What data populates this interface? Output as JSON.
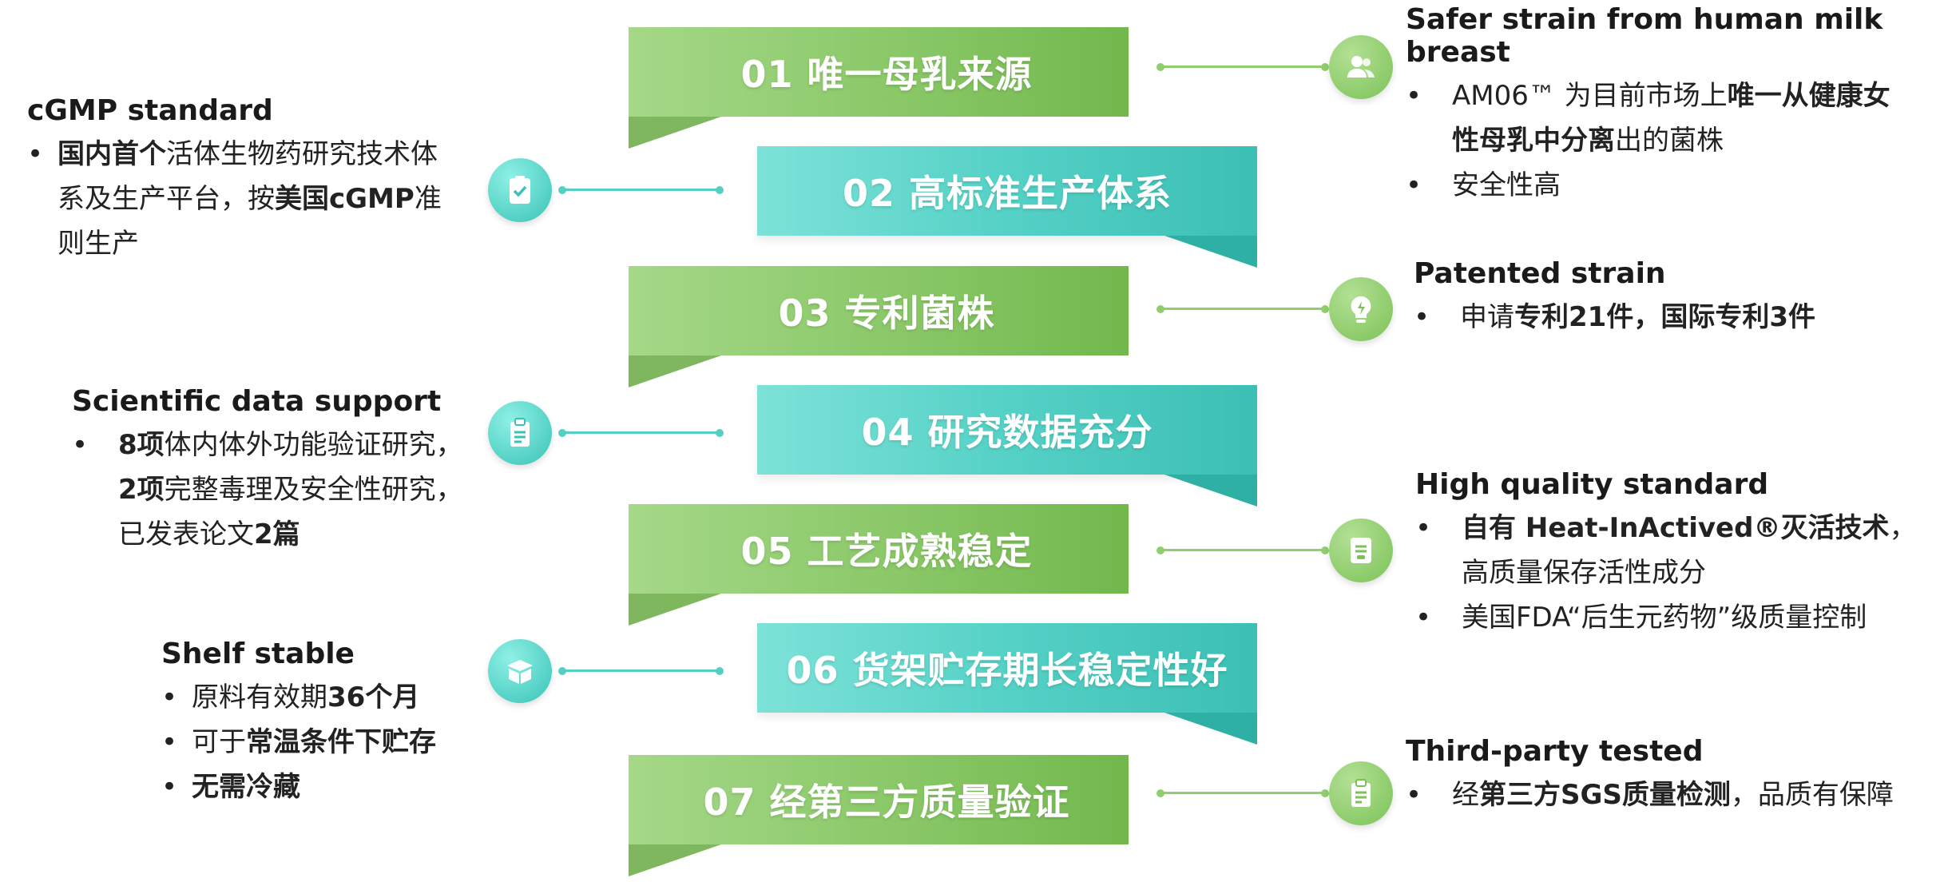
{
  "steps": [
    {
      "label": "01 唯一母乳来源"
    },
    {
      "label": "02 高标准生产体系"
    },
    {
      "label": "03 专利菌株"
    },
    {
      "label": "04 研究数据充分"
    },
    {
      "label": "05 工艺成熟稳定"
    },
    {
      "label": "06 货架贮存期长稳定性好"
    },
    {
      "label": "07 经第三方质量验证"
    }
  ],
  "right": {
    "safer": {
      "title": "Safer strain from human milk breast",
      "b1_pre": "AM06™ 为目前市场上",
      "b1_bold": "唯一从健康女",
      "b1_bold2": "性母乳中分离",
      "b1_post": "出的菌株",
      "b2": "安全性高"
    },
    "patent": {
      "title": "Patented strain",
      "b1_pre": "申请",
      "b1_bold": "专利21件，国际专利3件"
    },
    "quality": {
      "title": "High quality standard",
      "b1_bold": "自有 Heat-InActived®灭活技术",
      "b1_post": "，",
      "b1_line2": "高质量保存活性成分",
      "b2": "美国FDA“后生元药物”级质量控制"
    },
    "third": {
      "title": "Third-party tested",
      "b1_pre": "经",
      "b1_bold": "第三方SGS质量检测",
      "b1_post": "，品质有保障"
    }
  },
  "left": {
    "cgmp": {
      "title": "cGMP standard",
      "b1_bold": "国内首个",
      "b1_text": "活体生物药研究技术体",
      "b1_line2_pre": "系及生产平台，按",
      "b1_line2_bold": "美国cGMP",
      "b1_line2_post": "准",
      "b1_line3": "则生产"
    },
    "sci": {
      "title": "Scientific data support",
      "l1_bold": "8项",
      "l1_text": "体内体外功能验证研究，",
      "l2_bold": "2项",
      "l2_text": "完整毒理及安全性研究，",
      "l3_text": "已发表论文",
      "l3_bold": "2篇"
    },
    "shelf": {
      "title": "Shelf stable",
      "b1_text": "原料有效期",
      "b1_bold": "36个月",
      "b2_text": "可于",
      "b2_bold": "常温条件下贮存",
      "b3_bold": "无需冷藏"
    }
  },
  "colors": {
    "green": "#8cc96a",
    "teal": "#55d1c6"
  },
  "icons": [
    "users-icon",
    "checklist-icon",
    "bulb-icon",
    "clipboard-icon",
    "storage-icon",
    "box-icon",
    "report-icon"
  ]
}
